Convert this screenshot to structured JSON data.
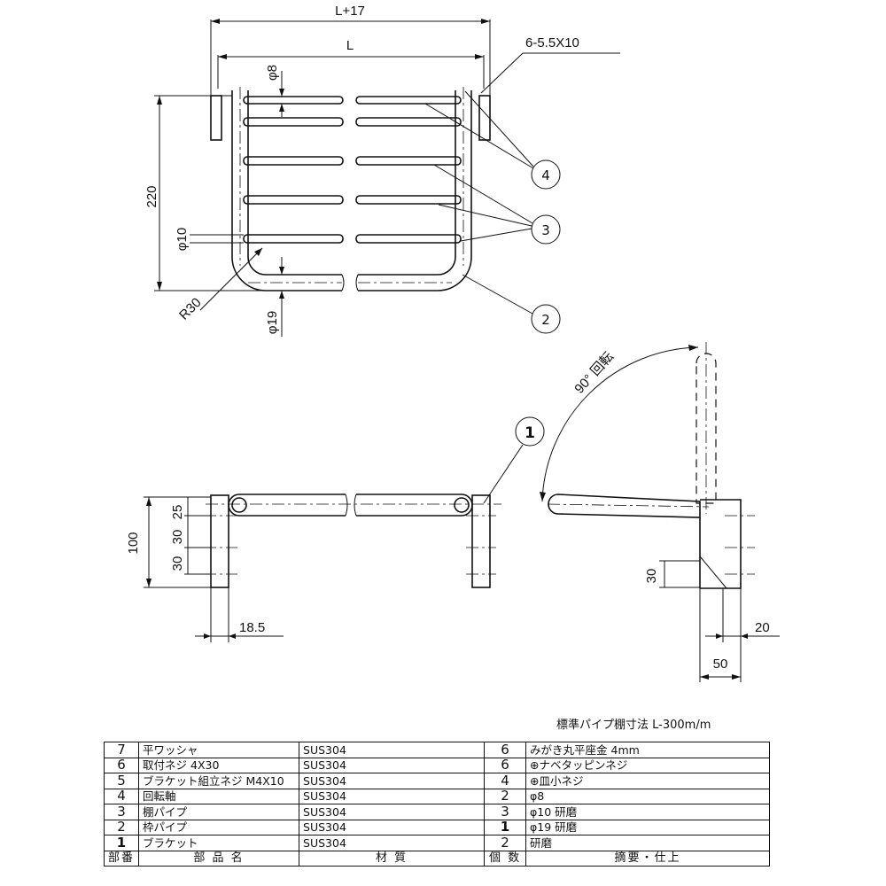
{
  "drawing": {
    "dimensions": {
      "overall_width": "L+17",
      "inner_width": "L",
      "holes": "6-5.5X10",
      "depth": "220",
      "rod_phi8": "φ8",
      "rod_phi10": "φ10",
      "frame_phi19": "φ19",
      "bend_radius": "R30",
      "height": "100",
      "v25": "25",
      "v30a": "30",
      "v30b": "30",
      "offset_18_5": "18.5",
      "rotation": "90° 回転",
      "side_30": "30",
      "side_20": "20",
      "side_50": "50"
    },
    "callouts": {
      "c1": "1",
      "c2": "2",
      "c3": "3",
      "c4": "4"
    }
  },
  "note": "標準パイプ棚寸法 L-300m/m",
  "parts_table": {
    "rows": [
      {
        "no": "7",
        "name": "平ワッシャ",
        "material": "SUS304",
        "qty": "6",
        "remarks": "みがき丸平座金 4mm"
      },
      {
        "no": "6",
        "name": "取付ネジ 4X30",
        "material": "SUS304",
        "qty": "6",
        "remarks": "⊕ナベタッピンネジ"
      },
      {
        "no": "5",
        "name": "ブラケット組立ネジ M4X10",
        "material": "SUS304",
        "qty": "4",
        "remarks": "⊕皿小ネジ"
      },
      {
        "no": "4",
        "name": "回転軸",
        "material": "SUS304",
        "qty": "2",
        "remarks": "φ8"
      },
      {
        "no": "3",
        "name": "棚パイプ",
        "material": "SUS304",
        "qty": "3",
        "remarks": "φ10 研磨"
      },
      {
        "no": "2",
        "name": "枠パイプ",
        "material": "SUS304",
        "qty": "1",
        "remarks": "φ19 研磨"
      },
      {
        "no": "1",
        "name": "ブラケット",
        "material": "SUS304",
        "qty": "2",
        "remarks": "研磨"
      }
    ],
    "header": {
      "no": "部番",
      "name": "部 品 名",
      "material": "材 質",
      "qty": "個 数",
      "remarks": "摘要・仕上"
    }
  }
}
